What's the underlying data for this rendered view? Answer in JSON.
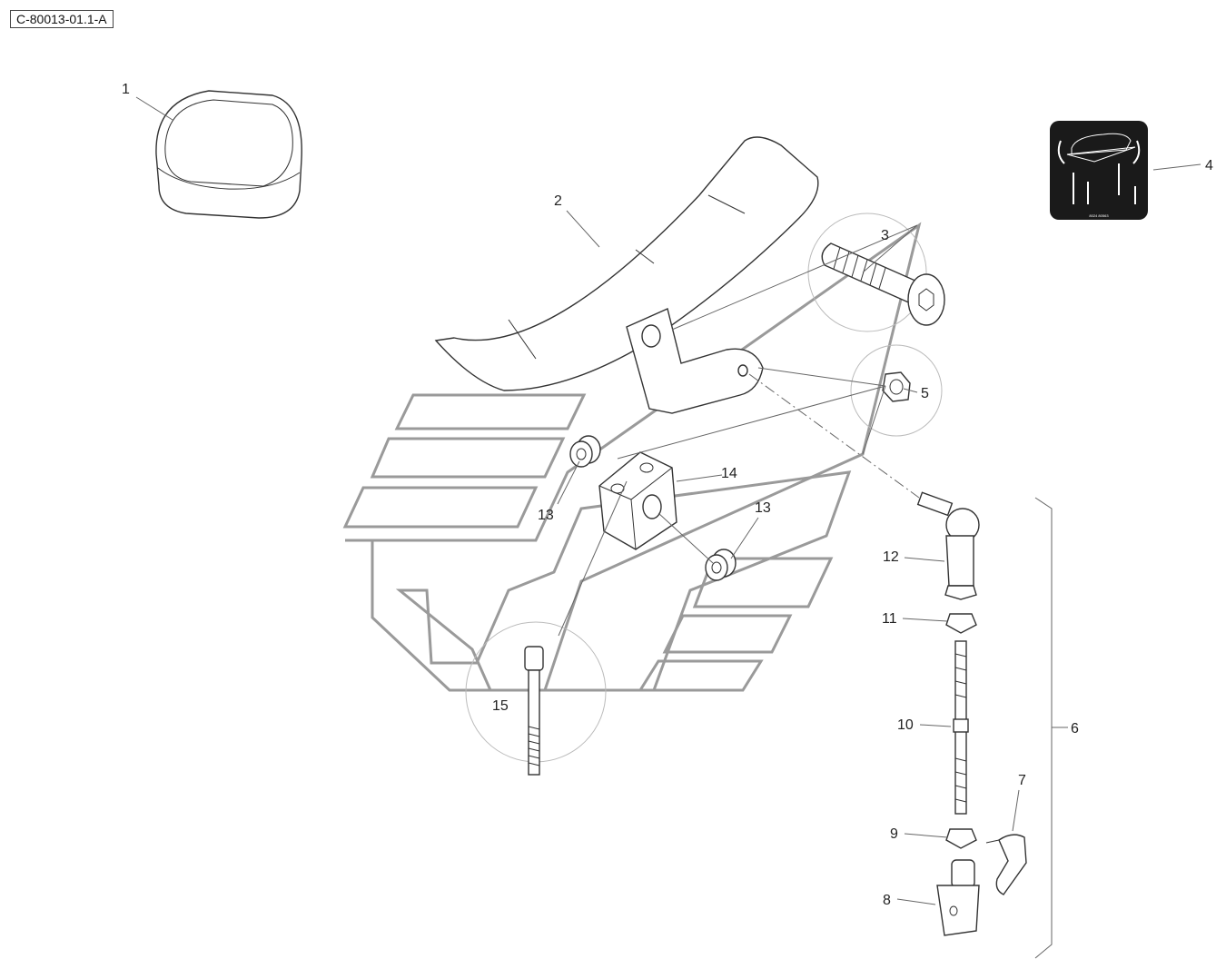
{
  "reference_code": "C-80013-01.1-A",
  "decal_code": "8024 80563",
  "callouts": {
    "c1": "1",
    "c2": "2",
    "c3": "3",
    "c4": "4",
    "c5": "5",
    "c6": "6",
    "c7": "7",
    "c8": "8",
    "c9": "9",
    "c10": "10",
    "c11": "11",
    "c12": "12",
    "c13a": "13",
    "c13b": "13",
    "c14": "14",
    "c15": "15"
  },
  "colors": {
    "logo_outline": "#9a9a9a",
    "line": "#333333",
    "decal_bg": "#1a1a1a"
  }
}
